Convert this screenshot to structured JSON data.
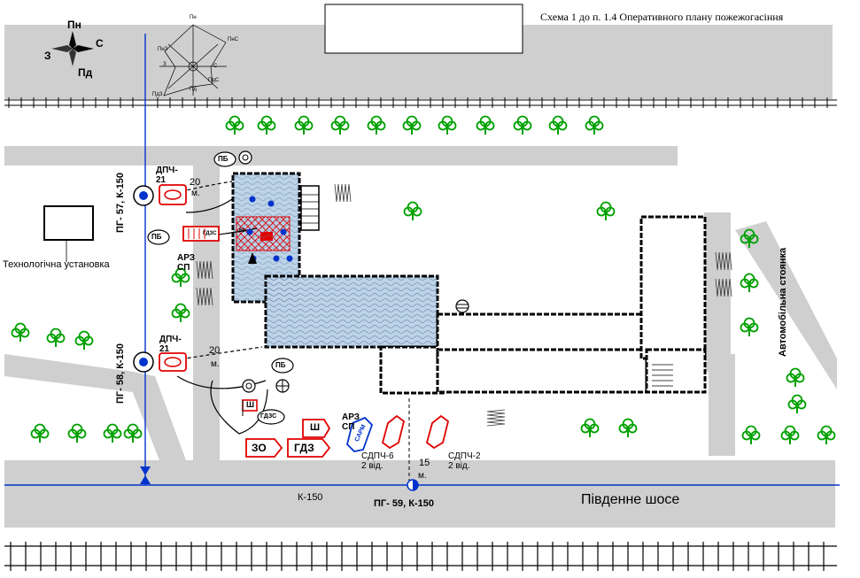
{
  "header": {
    "title": "Схема 1 до п. 1.4 Оперативного плану пожежогасіння"
  },
  "compass": {
    "north": "Пн",
    "east": "С",
    "west": "З",
    "south": "Пд"
  },
  "windrose": {
    "labels": [
      "Пн",
      "ПнС",
      "С",
      "ПдС",
      "Пд",
      "ПдЗ",
      "З",
      "ПнЗ"
    ]
  },
  "labels": {
    "tech_unit": "Технологічна установка",
    "parking": "Автомобільна стоянка",
    "road": "Південне шосе",
    "pipe_main": "К-150",
    "hydrant_57": "ПГ- 57,  К-150",
    "hydrant_58": "ПГ- 58,  К-150",
    "hydrant_59": "ПГ- 59,  К-150",
    "dpch21_a": "ДПЧ-\n21",
    "dpch21_b": "ДПЧ-\n21",
    "arz_left": "АРЗ\nСП",
    "arz_bottom": "АРЗ\nСП",
    "sdpch6": "СДПЧ-6\n2 від.",
    "sdpch2": "СДПЧ-2\n2 від.",
    "dist_20a": "20",
    "dist_20a_unit": "м.",
    "dist_20b": "20",
    "dist_20b_unit": "м.",
    "dist_15": "15",
    "dist_15_unit": "м."
  },
  "symbols": {
    "pb": "ПБ",
    "gdzs": "ГДЗС",
    "zo": "ЗО",
    "gdz": "ГДЗ",
    "sh": "Ш",
    "sarm": "САРМ",
    "sixty": "60"
  },
  "colors": {
    "road_fill": "#cfcfcf",
    "building_fill": "#bcd3e8",
    "fire_red": "#e00000",
    "water_blue": "#0033cc",
    "tree_green": "#00a000"
  }
}
